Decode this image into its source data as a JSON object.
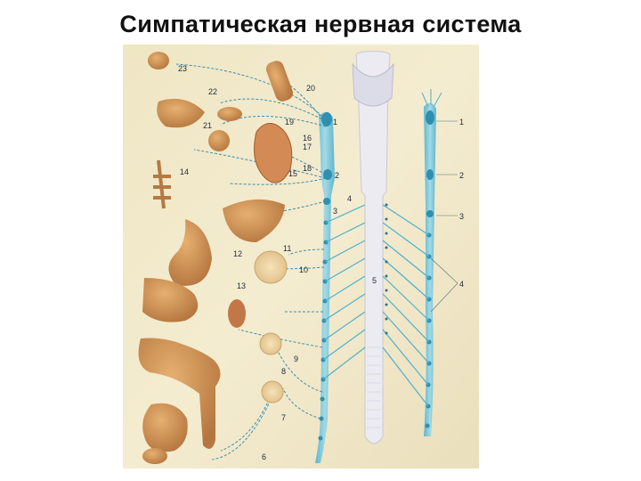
{
  "slide": {
    "title": "Симпатическая нервная система"
  },
  "figure": {
    "labels": [
      "23",
      "22",
      "20",
      "21",
      "19",
      "1",
      "16",
      "17",
      "18",
      "2",
      "14",
      "15",
      "4",
      "3",
      "11",
      "12",
      "10",
      "5",
      "13",
      "9",
      "8",
      "7",
      "6",
      "1",
      "2",
      "3",
      "4"
    ],
    "colors": {
      "background": "#f1e8c8",
      "nerve": "#6cc0d8",
      "organ": "#c88c52",
      "cord": "#e8e6ee"
    }
  }
}
